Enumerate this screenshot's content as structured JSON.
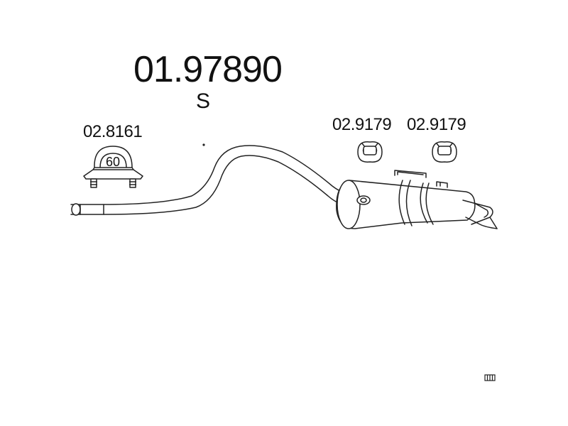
{
  "title": {
    "part_number": "01.97890",
    "suffix": "S"
  },
  "components": [
    {
      "id": "clamp",
      "ref": "02.8161",
      "size_label": "60",
      "icon": "clamp-icon"
    },
    {
      "id": "hanger-1",
      "ref": "02.9179",
      "icon": "rubber-hanger-icon"
    },
    {
      "id": "hanger-2",
      "ref": "02.9179",
      "icon": "rubber-hanger-icon"
    }
  ],
  "main_part": {
    "icon": "rear-silencer-icon"
  },
  "corner_symbol": {
    "icon": "grid-logo-icon"
  },
  "colors": {
    "line": "#222222",
    "background": "#ffffff"
  }
}
